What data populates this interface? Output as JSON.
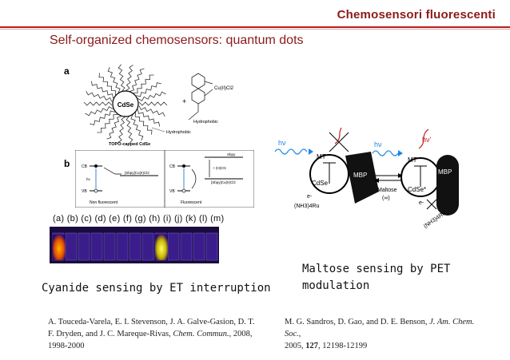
{
  "header": {
    "title": "Chemosensori fluorescenti",
    "accent_color": "#b71c1c"
  },
  "slide": {
    "title": "Self-organized chemosensors: quantum dots"
  },
  "figure_left": {
    "panel_a": {
      "label": "a",
      "core_label": "CdSe",
      "hydrophobic_label_1": "Hydrophobic",
      "hydrophobic_label_2": "Hydrophobic",
      "caption": "TOPO-capped CdSe",
      "complex_label": "Cu(II)Cl2"
    },
    "panel_b": {
      "label": "b",
      "left_cb": "CB",
      "left_vb": "VB",
      "left_caption": "Non fluorescent",
      "left_complex": "[Sbpy]Cu(II)Cl2",
      "right_cb": "CB",
      "right_vb": "VB",
      "right_caption": "Fluorescent",
      "right_cn": "+ (H)CN",
      "right_complex": "[Sbpy]Cu(II)Cl2",
      "top_complex": "Sbpy",
      "e_label": "e-",
      "hv_label": "hν",
      "h_label": "h+"
    },
    "vials_label": "(a) (b) (c) (d) (e) (f) (g) (h) (i)  (j) (k) (l) (m)"
  },
  "figure_right": {
    "hv_1": "hν",
    "hv_2": "hν",
    "hv_3": "hν'",
    "mt_1": "MT",
    "mt_2": "MT",
    "mbp_1": "MBP",
    "mbp_2": "MBP",
    "cdse_1": "CdSe",
    "cdse_2": "CdSe*",
    "e_1": "e-",
    "e_2": "e-",
    "ru_1": "(NH3)4Ru",
    "ru_2": "(NH3)4Ru",
    "maltose": "Maltose",
    "infinity": "(∞)"
  },
  "captions": {
    "left": "Cyanide sensing by ET interruption",
    "right_line1": "Maltose sensing by PET",
    "right_line2": "modulation"
  },
  "references": {
    "left_line1": "A. Touceda-Varela, E. I. Stevenson, J. A. Galve-Gasion, D. T.",
    "left_line2_a": "F. Dryden, and J. C. Mareque-Rivas, ",
    "left_line2_journal": "Chem. Commun.",
    "left_line2_b": ", 2008,",
    "left_line3": "1998-2000",
    "right_line1_a": "M. G. Sandros, D. Gao, and D. E. Benson, ",
    "right_line1_journal": "J. Am. Chem. Soc.",
    "right_line1_b": ",",
    "right_line2_a": "2005, ",
    "right_line2_vol": "127",
    "right_line2_b": ", 12198-12199"
  }
}
